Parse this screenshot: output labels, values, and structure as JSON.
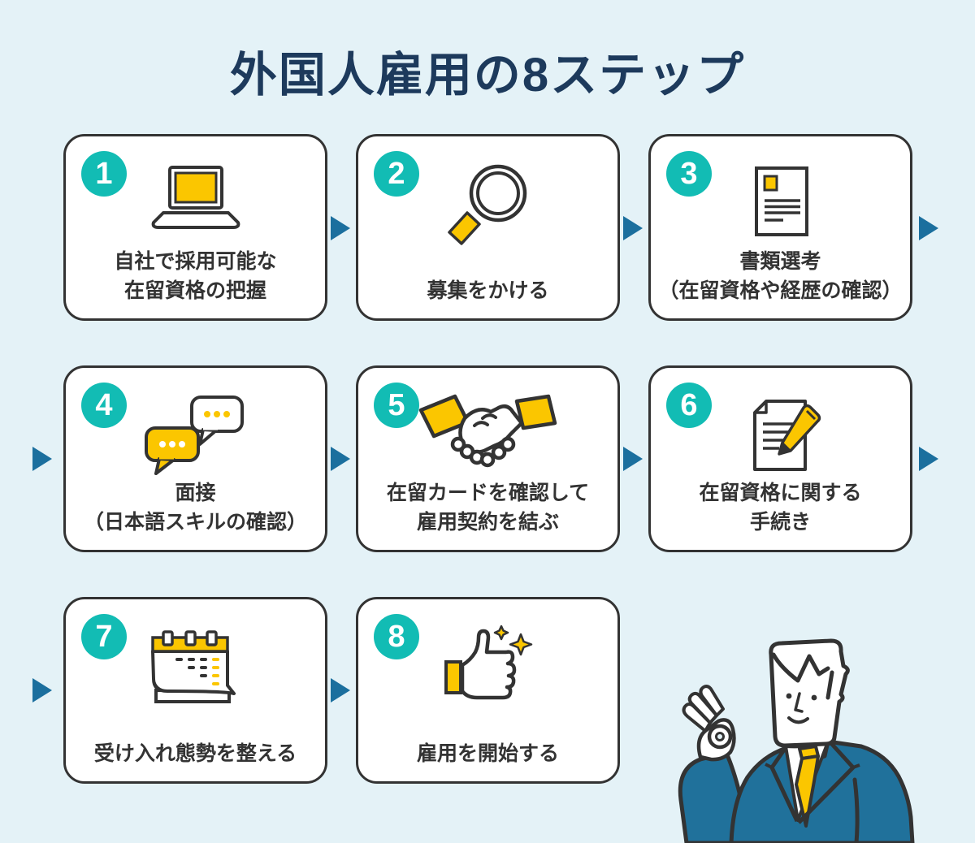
{
  "title": "外国人雇用の8ステップ",
  "colors": {
    "background": "#E4F2F7",
    "card_background": "#FFFFFF",
    "outline": "#333333",
    "title_navy": "#1D3A5C",
    "badge_teal": "#12BCB4",
    "accent_yellow": "#FBC600",
    "arrow_blue": "#1B6F9E",
    "suit_blue": "#20719B"
  },
  "steps": [
    {
      "number": "1",
      "icon": "laptop-icon",
      "lines": [
        "自社で採用可能な",
        "在留資格の把握"
      ]
    },
    {
      "number": "2",
      "icon": "search-icon",
      "lines": [
        "募集をかける"
      ]
    },
    {
      "number": "3",
      "icon": "document-icon",
      "lines": [
        "書類選考",
        "（在留資格や経歴の確認）"
      ]
    },
    {
      "number": "4",
      "icon": "speech-bubbles-icon",
      "lines": [
        "面接",
        "（日本語スキルの確認）"
      ]
    },
    {
      "number": "5",
      "icon": "handshake-icon",
      "lines": [
        "在留カードを確認して",
        "雇用契約を結ぶ"
      ]
    },
    {
      "number": "6",
      "icon": "contract-pencil-icon",
      "lines": [
        "在留資格に関する",
        "手続き"
      ]
    },
    {
      "number": "7",
      "icon": "calendar-icon",
      "lines": [
        "受け入れ態勢を整える"
      ]
    },
    {
      "number": "8",
      "icon": "thumbs-up-icon",
      "lines": [
        "雇用を開始する"
      ]
    }
  ],
  "illustration": "businessman-ok-sign"
}
